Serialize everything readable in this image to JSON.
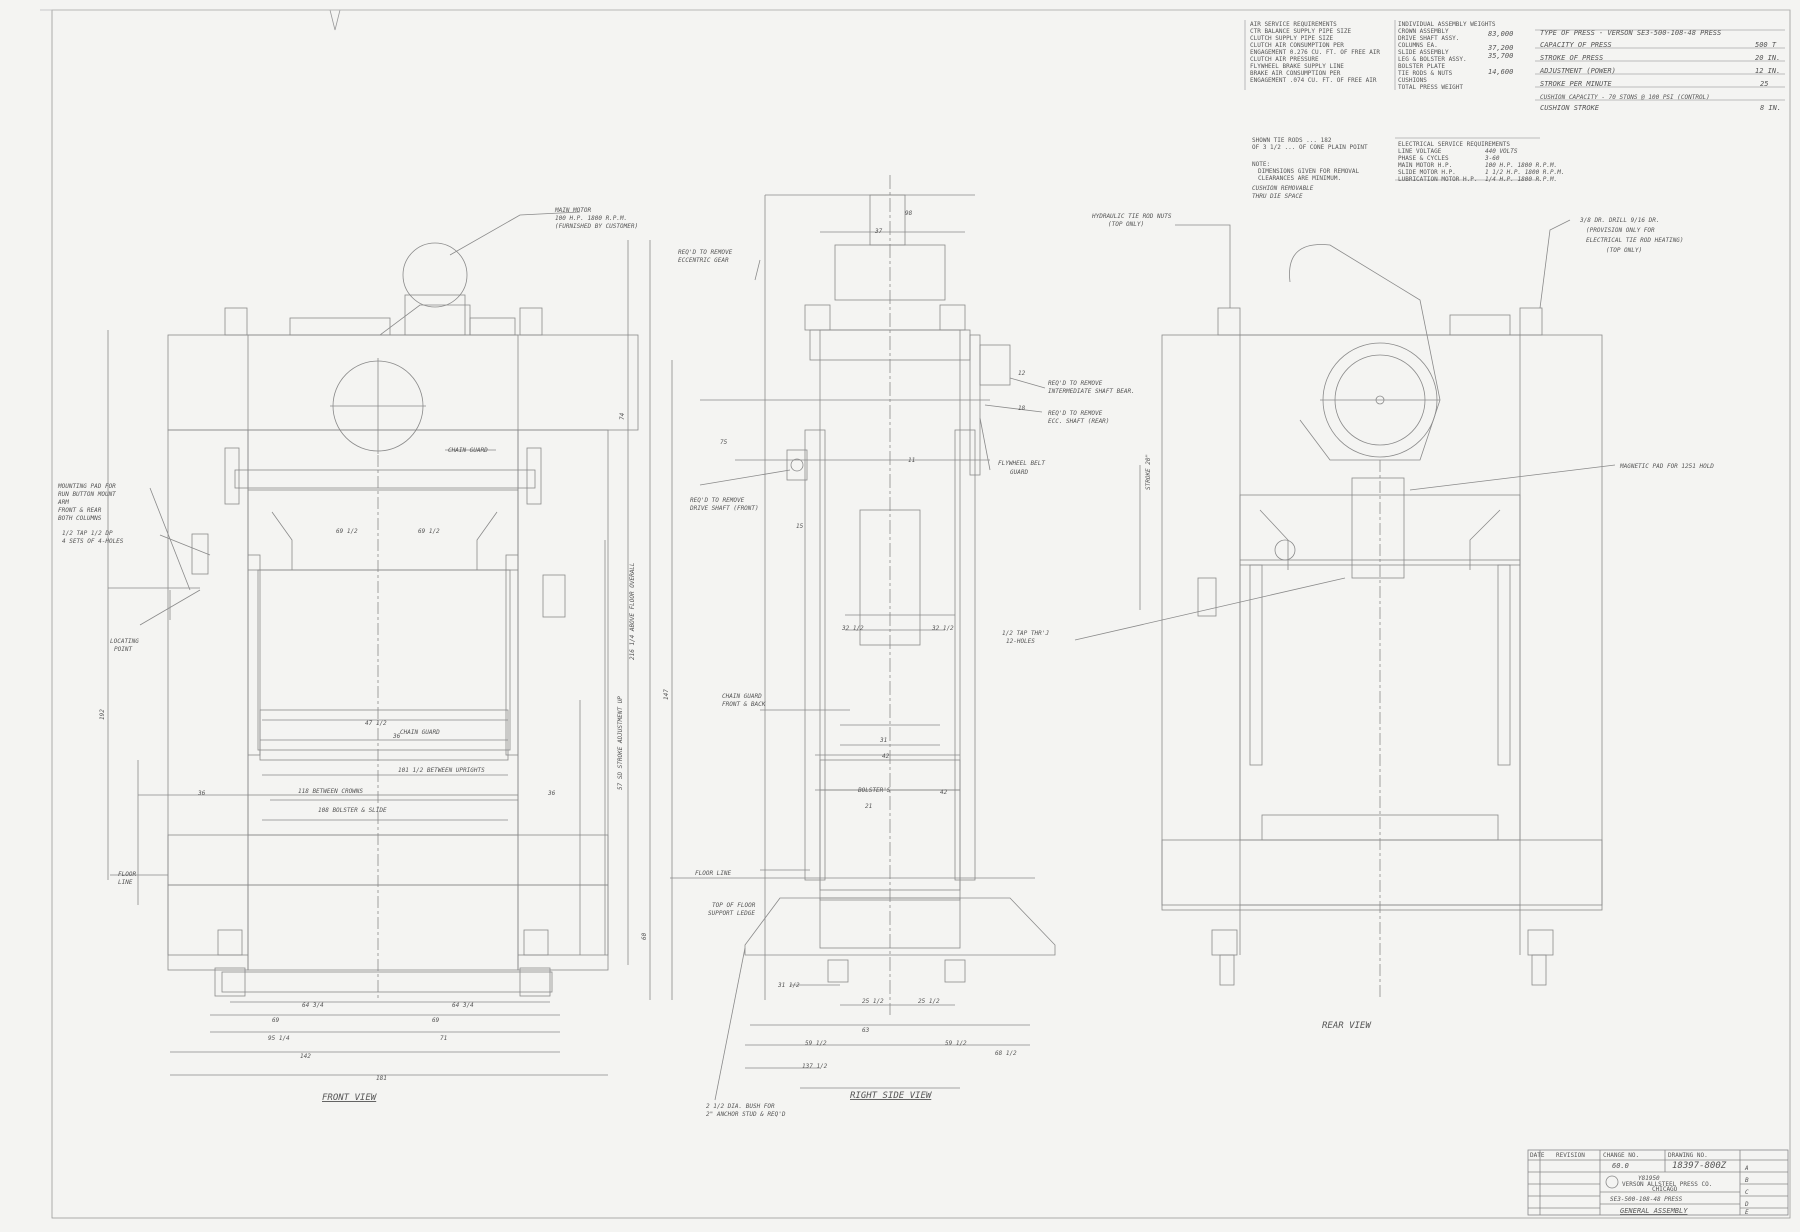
{
  "spec_left": {
    "lines": [
      "AIR SERVICE REQUIREMENTS",
      "CTR BALANCE SUPPLY PIPE SIZE",
      "CLUTCH SUPPLY PIPE SIZE",
      "CLUTCH AIR CONSUMPTION PER",
      "ENGAGEMENT 0.276 CU. FT. OF FREE AIR",
      "CLUTCH AIR PRESSURE",
      "FLYWHEEL BRAKE SUPPLY LINE",
      "BRAKE AIR CONSUMPTION PER",
      "ENGAGEMENT .074 CU. FT. OF FREE AIR"
    ]
  },
  "spec_mid": {
    "lines": [
      "INDIVIDUAL ASSEMBLY WEIGHTS",
      "CROWN ASSEMBLY",
      "DRIVE SHAFT ASSY.",
      "COLUMNS EA.",
      "SLIDE ASSEMBLY",
      "LEG & BOLSTER ASSY.",
      "BOLSTER PLATE",
      "TIE RODS & NUTS",
      "CUSHIONS",
      "TOTAL PRESS WEIGHT"
    ],
    "values": [
      "83,000",
      "",
      "37,200",
      "35,700",
      "",
      "14,600",
      "",
      "",
      "",
      ""
    ]
  },
  "spec_right": {
    "title": "TYPE OF PRESS - VERSON SE3-500-108-48 PRESS",
    "lines": [
      "CAPACITY OF PRESS",
      "STROKE OF PRESS",
      "ADJUSTMENT (POWER)",
      "STROKE PER MINUTE",
      "CUSHION CAPACITY - 70 STONS @ 100 PSI (CONTROL)",
      "CUSHION STROKE"
    ],
    "values": [
      "500 T",
      "20 IN.",
      "12 IN.",
      "25",
      "",
      "8 IN."
    ]
  },
  "notes": {
    "tie_rod": [
      "SHOWN TIE RODS ... 182",
      "OF 3 1/2 ... OF CONE PLAIN POINT"
    ],
    "note_title": "NOTE:",
    "note_lines": [
      "DIMENSIONS GIVEN FOR REMOVAL",
      "CLEARANCES ARE MINIMUM."
    ],
    "cushion": [
      "CUSHION REMOVABLE",
      "THRU DIE SPACE"
    ]
  },
  "electrical": {
    "lines": [
      "ELECTRICAL SERVICE REQUIREMENTS",
      "LINE VOLTAGE",
      "PHASE & CYCLES",
      "MAIN MOTOR H.P.",
      "SLIDE MOTOR H.P.",
      "LUBRICATION MOTOR H.P."
    ],
    "values": [
      "440 VOLTS",
      "3-60",
      "100 H.P. 1800 R.P.M.",
      "1 1/2 H.P. 1800 R.P.M.",
      "1/4 H.P. 1800 R.P.M."
    ]
  },
  "front": {
    "label": "FRONT VIEW",
    "main_motor": [
      "MAIN MOTOR",
      "100 H.P. 1800 R.P.M.",
      "(FURNISHED BY CUSTOMER)"
    ],
    "chain_guard": "CHAIN GUARD",
    "chain_guard2": "CHAIN GUARD",
    "mounting_pad": [
      "MOUNTING PAD FOR",
      "RUN BUTTON MOUNT",
      "ARM",
      "FRONT & REAR",
      "BOTH COLUMNS"
    ],
    "tap": [
      "1/2 TAP 1/2 DP",
      "4 SETS OF 4-HOLES"
    ],
    "locating": [
      "LOCATING",
      "POINT"
    ],
    "floor": [
      "FLOOR",
      "LINE"
    ],
    "between_crowns": "118 BETWEEN CROWNS",
    "between_uprights": "101 1/2 BETWEEN UPRIGHTS",
    "bolster_slide": "108 BOLSTER & SLIDE",
    "dims": {
      "d69a": "69 1/2",
      "d69b": "69 1/2",
      "d47": "47 1/2",
      "d36a": "36",
      "d36b": "36",
      "d36c": "36",
      "d64a": "64 3/4",
      "d64b": "64 3/4",
      "d69c": "69",
      "d69d": "69",
      "d95": "95 1/4",
      "d71": "71",
      "d142": "142",
      "d181": "181",
      "d192": "192",
      "d74": "74",
      "d147": "147",
      "d60": "60",
      "above_floor": "216 1/4 ABOVE FLOOR OVERALL",
      "sd": "57 SD STROKE ADJUSTMENT UP"
    }
  },
  "side": {
    "label": "RIGHT SIDE VIEW",
    "reqd_eccentric": [
      "REQ'D TO REMOVE",
      "ECCENTRIC GEAR"
    ],
    "reqd_drive_front": [
      "REQ'D TO REMOVE",
      "DRIVE SHAFT (FRONT)"
    ],
    "reqd_intermediate": [
      "REQ'D TO REMOVE",
      "INTERMEDIATE SHAFT BEAR."
    ],
    "reqd_ecc_shaft": [
      "REQ'D TO REMOVE",
      "ECC. SHAFT (REAR)"
    ],
    "flywheel": [
      "FLYWHEEL BELT",
      "GUARD"
    ],
    "chain_guard": [
      "CHAIN GUARD",
      "FRONT & BACK"
    ],
    "floor_line": "FLOOR LINE",
    "top_of_floor": [
      "TOP OF FLOOR",
      "SUPPORT LEDGE"
    ],
    "bolsters": "BOLSTER'S",
    "dims": {
      "d98": "98",
      "d37": "37",
      "d32a": "32 1/2",
      "d32b": "32 1/2",
      "d31": "31",
      "d42a": "42",
      "d42b": "42",
      "d21": "21",
      "d31b": "31 1/2",
      "d25a": "25 1/2",
      "d25b": "25 1/2",
      "d63": "63",
      "d59a": "59 1/2",
      "d59b": "59 1/2",
      "d68": "68 1/2",
      "d137": "137 1/2",
      "d75": "75",
      "d15": "15",
      "d12": "12",
      "d18": "18",
      "d11": "11"
    },
    "anchor": [
      "2 1/2 DIA. BUSH FOR",
      "2\" ANCHOR STUD & REQ'D"
    ]
  },
  "rear": {
    "label": "REAR VIEW",
    "hydraulic": [
      "HYDRAULIC TIE ROD NUTS",
      "(TOP ONLY)"
    ],
    "drill": [
      "3/8 DR. DRILL 9/16 DR.",
      "(PROVISION ONLY FOR",
      "ELECTRICAL TIE ROD HEATING)",
      "(TOP ONLY)"
    ],
    "magnetic": "MAGNETIC PAD FOR 1251 HOLD",
    "tap": [
      "1/2 TAP THR'J",
      "12-HOLES"
    ],
    "stroke": "STROKE 20\""
  },
  "title_block": {
    "customer_no": "60.0",
    "drawing_no": "18397-800Z",
    "title_small": "Y81950",
    "company": "VERSON ALLSTEEL PRESS CO.",
    "city": "CHICAGO",
    "model": "SE3-500-108-48 PRESS",
    "name": "GENERAL ASSEMBLY",
    "rev_labels": [
      "DATE",
      "REVISION",
      "CHANGE NO.",
      "DRAWING NO."
    ],
    "side_vals": [
      "A",
      "B",
      "C",
      "D",
      "E"
    ]
  }
}
